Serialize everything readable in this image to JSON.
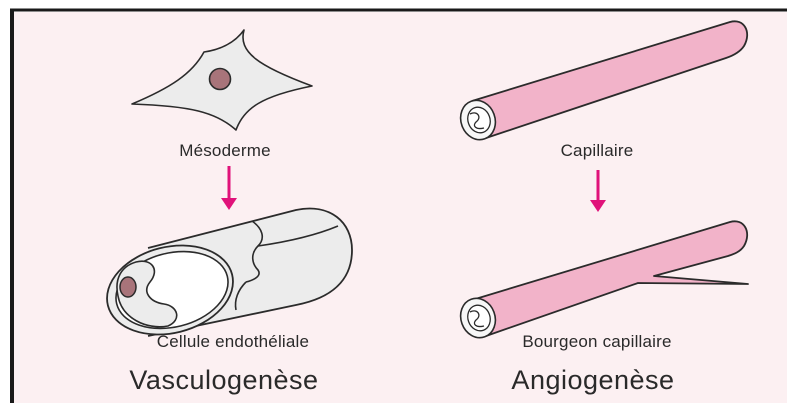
{
  "diagram": {
    "left_column": {
      "top_label": "Mésoderme",
      "bottom_label": "Cellule endothéliale",
      "process_name": "Vasculogenèse"
    },
    "right_column": {
      "top_label": "Capillaire",
      "bottom_label": "Bourgeon capillaire",
      "process_name": "Angiogenèse"
    }
  },
  "colors": {
    "panel_background": "#fcf0f2",
    "border": "#1a1a1a",
    "arrow": "#e0127a",
    "capillary_fill": "#f2b3c9",
    "cell_fill": "#ececec",
    "nucleus_fill": "#a8747a",
    "outline": "#2b2b2b"
  }
}
